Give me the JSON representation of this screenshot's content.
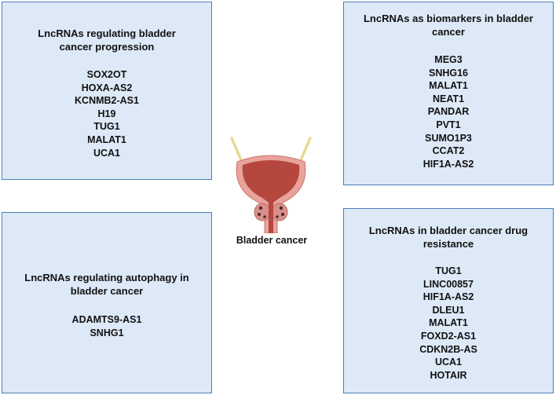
{
  "panels": {
    "progression": {
      "title": "LncRNAs regulating bladder cancer progression",
      "items": [
        "SOX2OT",
        "HOXA-AS2",
        "KCNMB2-AS1",
        "H19",
        "TUG1",
        "MALAT1",
        "UCA1"
      ]
    },
    "biomarkers": {
      "title": "LncRNAs as biomarkers in bladder cancer",
      "items": [
        "MEG3",
        "SNHG16",
        "MALAT1",
        "NEAT1",
        "PANDAR",
        "PVT1",
        "SUMO1P3",
        "CCAT2",
        "HIF1A-AS2"
      ]
    },
    "autophagy": {
      "title": "LncRNAs regulating autophagy in bladder cancer",
      "items": [
        "ADAMTS9-AS1",
        "SNHG1"
      ]
    },
    "drug_resistance": {
      "title": "LncRNAs in bladder cancer drug resistance",
      "items": [
        "TUG1",
        "LINC00857",
        "HIF1A-AS2",
        "DLEU1",
        "MALAT1",
        "FOXD2-AS1",
        "CDKN2B-AS",
        "UCA1",
        "HOTAIR"
      ]
    }
  },
  "center": {
    "label": "Bladder cancer",
    "icon": "bladder-icon",
    "colors": {
      "bladder_outer": "#e8a39b",
      "bladder_inner": "#b5473e",
      "ureter": "#f2e4a8",
      "prostate": "#d9908a"
    }
  }
}
